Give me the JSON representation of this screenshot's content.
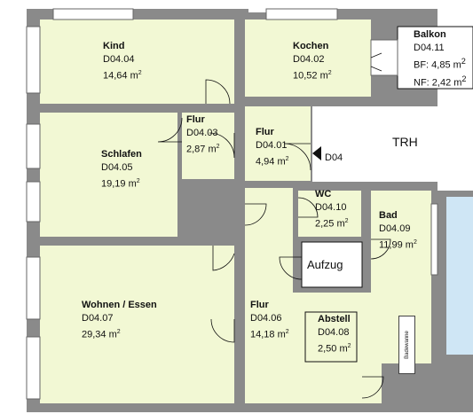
{
  "rooms": {
    "kind": {
      "name": "Kind",
      "number": "D04.04",
      "area": "14,64 m",
      "unit_sup": "2"
    },
    "kochen": {
      "name": "Kochen",
      "number": "D04.02",
      "area": "10,52 m",
      "unit_sup": "2"
    },
    "flur03": {
      "name": "Flur",
      "number": "D04.03",
      "area": "2,87 m",
      "unit_sup": "2"
    },
    "flur01": {
      "name": "Flur",
      "number": "D04.01",
      "area": "4,94 m",
      "unit_sup": "2"
    },
    "schlafen": {
      "name": "Schlafen",
      "number": "D04.05",
      "area": "19,19 m",
      "unit_sup": "2"
    },
    "wc": {
      "name": "WC",
      "number": "D04.10",
      "area": "2,25 m",
      "unit_sup": "2"
    },
    "bad": {
      "name": "Bad",
      "number": "D04.09",
      "area": "11,99 m",
      "unit_sup": "2"
    },
    "wohnen": {
      "name": "Wohnen / Essen",
      "number": "D04.07",
      "area": "29,34 m",
      "unit_sup": "2"
    },
    "flur06": {
      "name": "Flur",
      "number": "D04.06",
      "area": "14,18 m",
      "unit_sup": "2"
    },
    "abstell": {
      "name": "Abstell",
      "number": "D04.08",
      "area": "2,50 m",
      "unit_sup": "2"
    }
  },
  "balkon": {
    "name": "Balkon",
    "number": "D04.11",
    "bf": "BF: 4,85 m",
    "nf": "NF: 2,42 m",
    "unit_sup": "2"
  },
  "labels": {
    "trh": "TRH",
    "entry": "D04",
    "aufzug": "Aufzug",
    "badewanne": "Badewanne"
  },
  "colors": {
    "room_fill": "#f2f8d4",
    "wall": "#8a8a8a",
    "window": "#cfd8e0",
    "line": "#111111"
  }
}
